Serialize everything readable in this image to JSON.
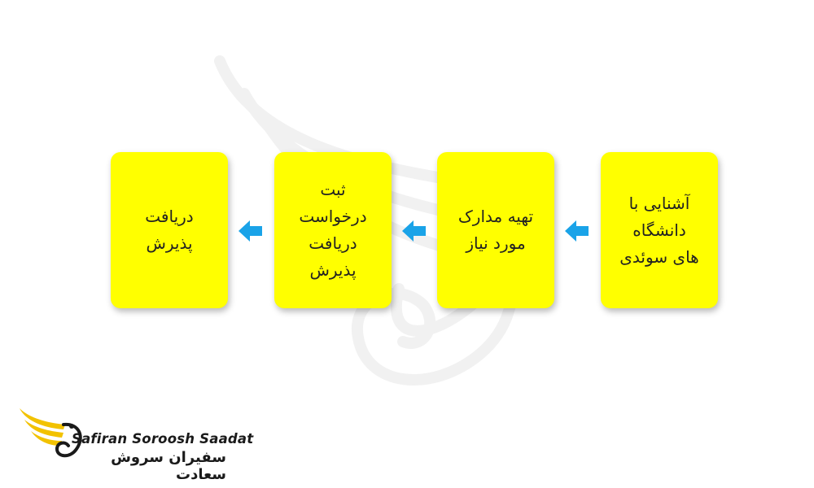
{
  "diagram": {
    "steps": [
      "آشنایی با\nدانشگاه\nهای سوئدی",
      "تهیه مدارک\nمورد نیاز",
      "ثبت\nدرخواست\nدریافت\nپذیرش",
      "دریافت\nپذیرش"
    ],
    "box_color": "#ffff00",
    "arrow_color": "#1aa3e8"
  },
  "logo": {
    "latin": "Safiran Soroosh Saadat",
    "persian": "سفیران سروش سعادت",
    "wing_color": "#f2c200"
  }
}
